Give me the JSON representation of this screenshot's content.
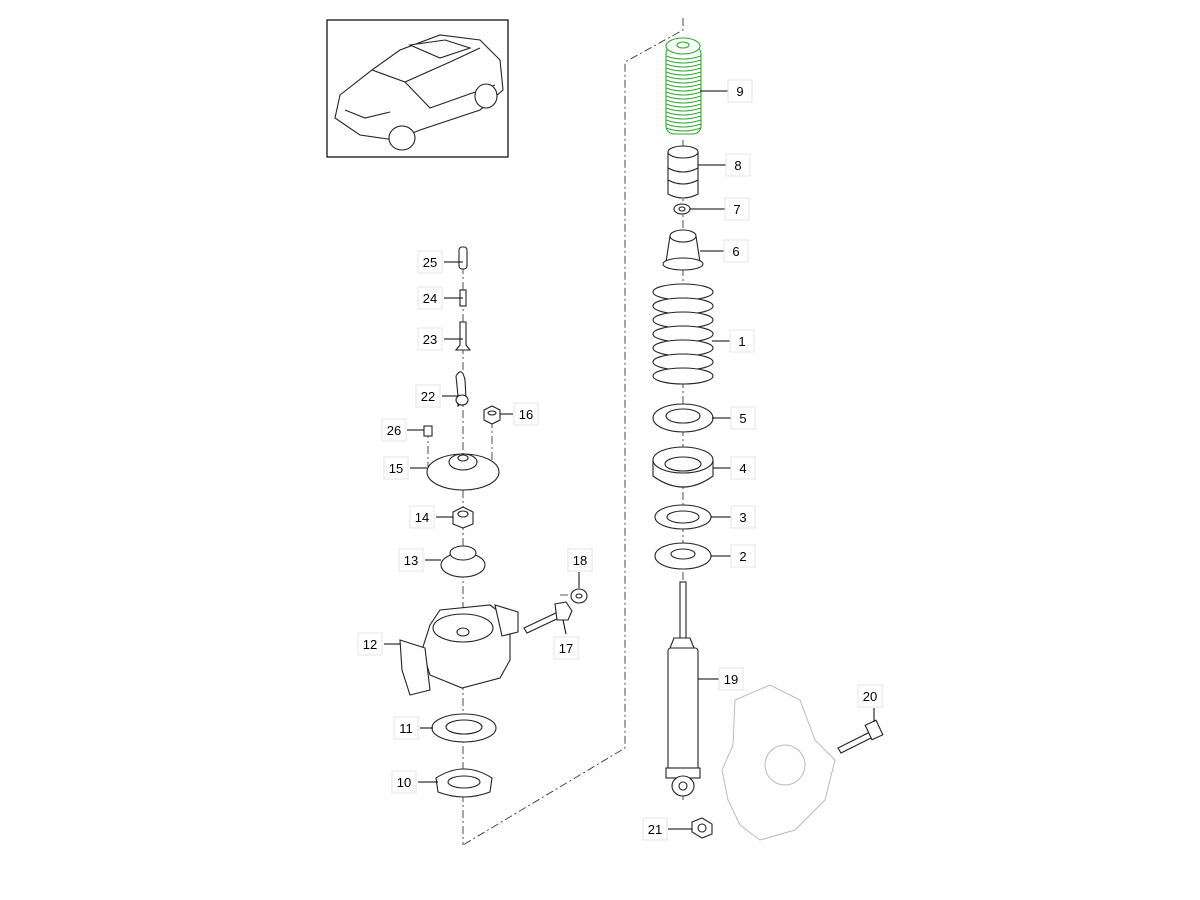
{
  "diagram": {
    "highlight_color": "#2ea82e",
    "parts": {
      "p1": "1",
      "p2": "2",
      "p3": "3",
      "p4": "4",
      "p5": "5",
      "p6": "6",
      "p7": "7",
      "p8": "8",
      "p9": "9",
      "p10": "10",
      "p11": "11",
      "p12": "12",
      "p13": "13",
      "p14": "14",
      "p15": "15",
      "p16": "16",
      "p17": "17",
      "p18": "18",
      "p19": "19",
      "p20": "20",
      "p21": "21",
      "p22": "22",
      "p23": "23",
      "p24": "24",
      "p25": "25",
      "p26": "26"
    }
  }
}
